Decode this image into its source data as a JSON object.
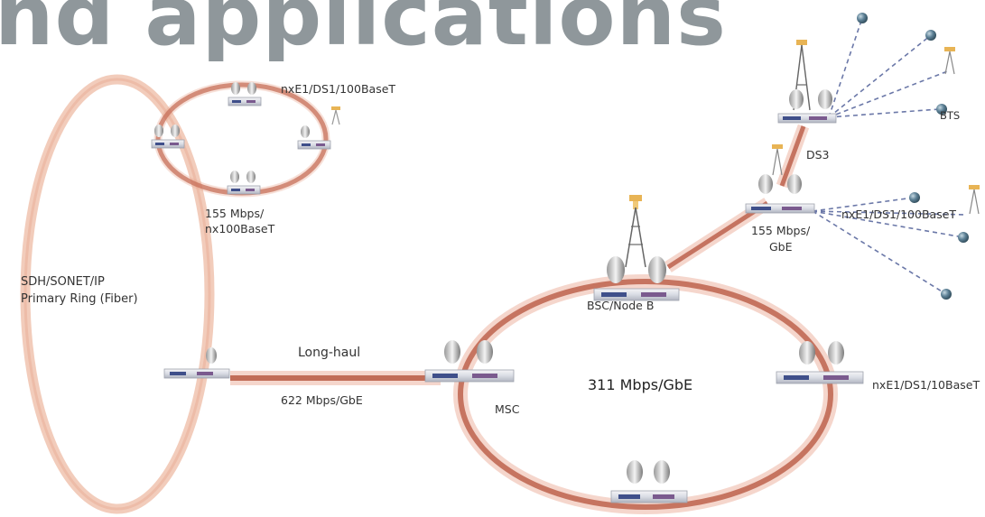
{
  "title": "nd applications",
  "labels": {
    "ring_top_top": "nxE1/DS1/100BaseT",
    "ring_top_bottom_1": "155 Mbps/",
    "ring_top_bottom_2": "nx100BaseT",
    "primary_ring_1": "SDH/SONET/IP",
    "primary_ring_2": "Primary Ring (Fiber)",
    "longhaul_title": "Long-haul",
    "longhaul_rate": "622 Mbps/GbE",
    "msc": "MSC",
    "main_ring_rate": "311 Mbps/GbE",
    "bsc": "BSC/Node B",
    "right_node": "nxE1/DS1/10BaseT",
    "hub_rate_1": "155 Mbps/",
    "hub_rate_2": "GbE",
    "hub_star": "nxE1/DS1/100BaseT",
    "ds3": "DS3",
    "bts": "BTS"
  },
  "colors": {
    "link_dark": "#b5533c",
    "link_light": "#f1c7b4",
    "radio_link": "#6b78a8",
    "node_dot": "#4f7387",
    "title": "#8f979b"
  }
}
